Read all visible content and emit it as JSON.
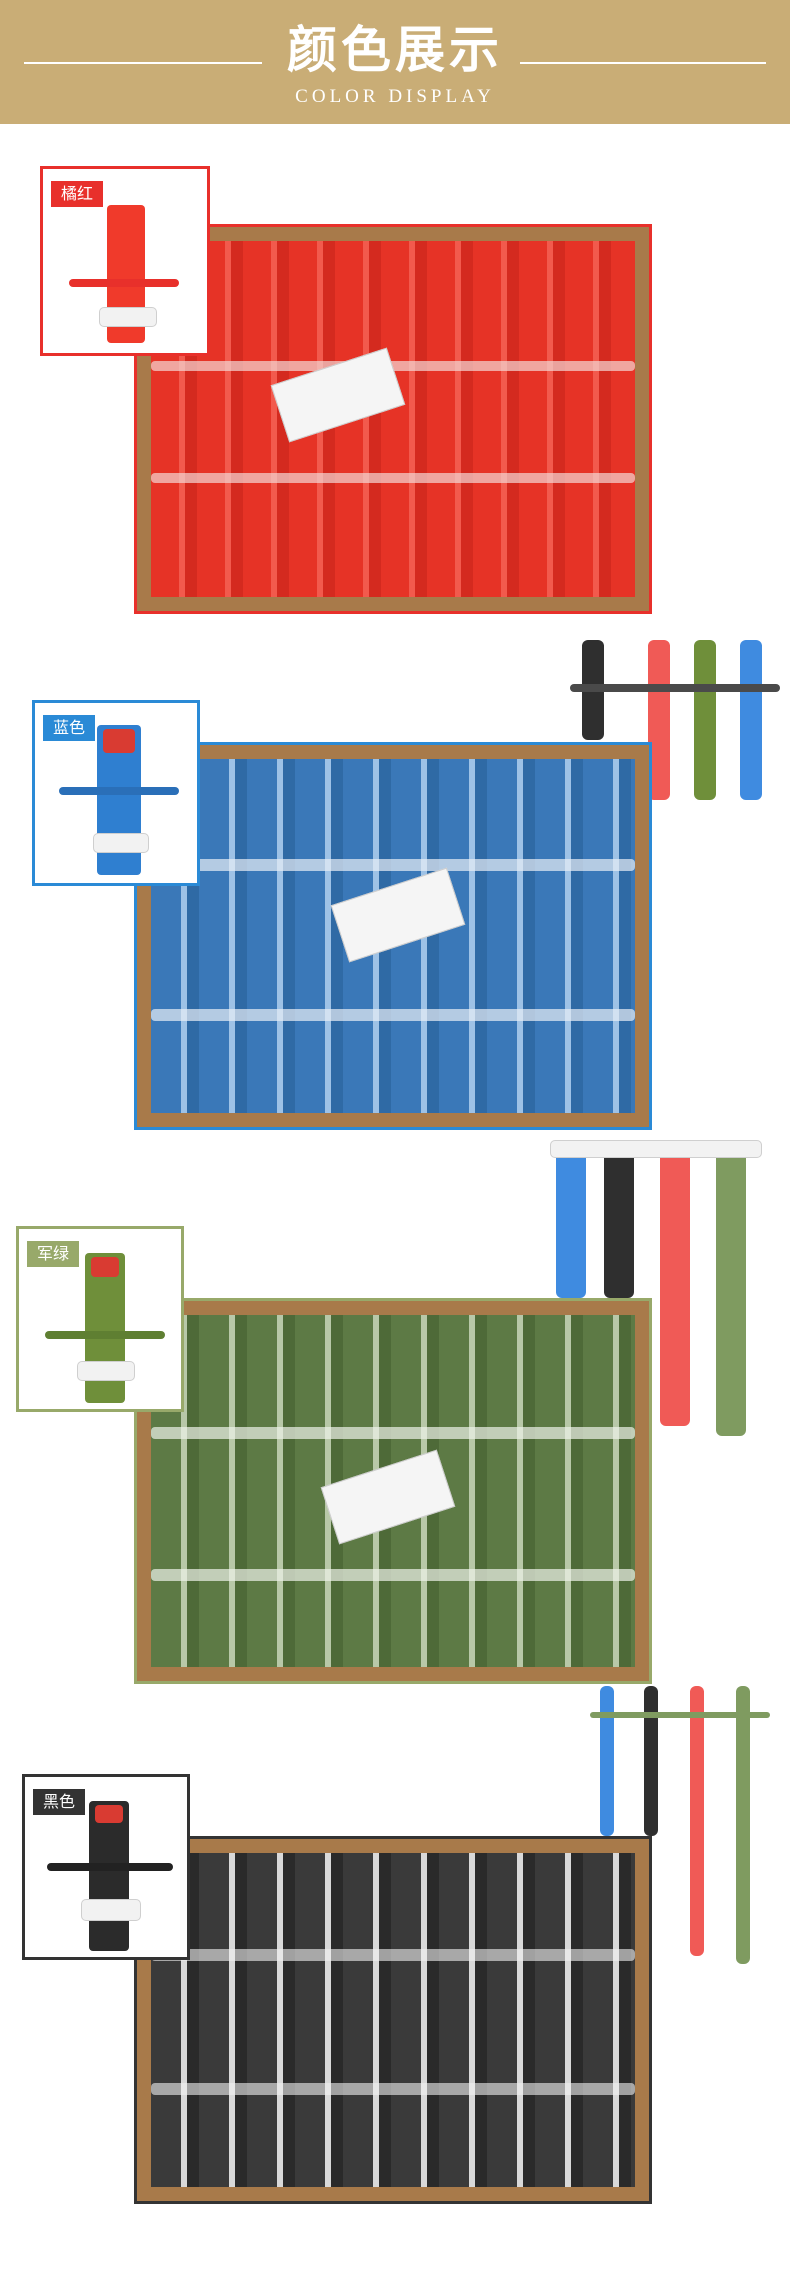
{
  "header": {
    "title": "颜色展示",
    "subtitle": "COLOR DISPLAY",
    "background": "#c9ad76"
  },
  "colors": [
    {
      "name": "橘红",
      "accent": "#e8302b",
      "product": "#f03a2b",
      "pkg": "#e63326"
    },
    {
      "name": "蓝色",
      "accent": "#2a8ad6",
      "product": "#2f7fd0",
      "pkg": "#3a78b8"
    },
    {
      "name": "军绿",
      "accent": "#98a96a",
      "product": "#6f8f3a",
      "pkg": "#5d7a45"
    },
    {
      "name": "黑色",
      "accent": "#333333",
      "product": "#2b2b2b",
      "pkg": "#3a3a3a"
    }
  ],
  "icons": {
    "tourniquet": "tourniquet-icon",
    "carton": "carton-box-icon"
  }
}
